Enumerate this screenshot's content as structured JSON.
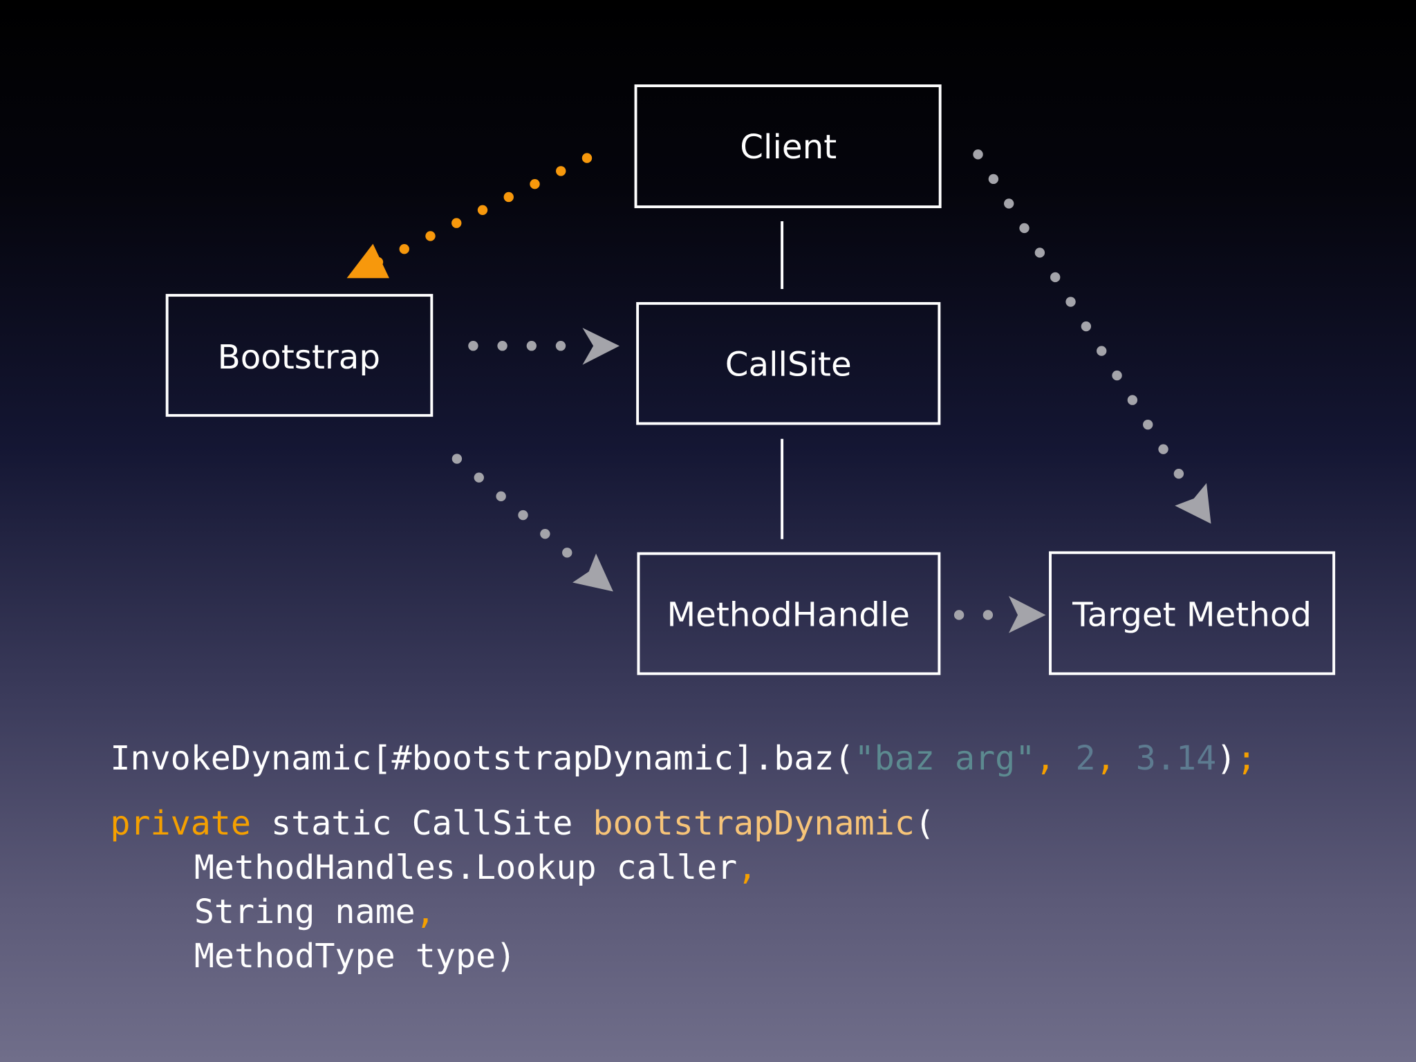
{
  "diagram": {
    "nodes": {
      "client": "Client",
      "bootstrap": "Bootstrap",
      "callsite": "CallSite",
      "methodhandle": "MethodHandle",
      "target": "Target Method"
    },
    "colors": {
      "orange": "#f7980c",
      "gray": "#a4a4aa",
      "line": "#ffffff"
    }
  },
  "code": {
    "line1": {
      "call": "InvokeDynamic[#bootstrapDynamic].baz(",
      "str": "\"baz arg\"",
      "c1": ",",
      "n1": " 2",
      "c2": ",",
      "n2": " 3.14",
      "close": ")",
      "semi": ";"
    },
    "line2": {
      "kw": "private",
      "mid": " static CallSite ",
      "name": "bootstrapDynamic",
      "paren": "("
    },
    "line3": {
      "text": "MethodHandles.Lookup caller",
      "comma": ","
    },
    "line4": {
      "text": "String name",
      "comma": ","
    },
    "line5": {
      "text": "MethodType type)"
    }
  }
}
